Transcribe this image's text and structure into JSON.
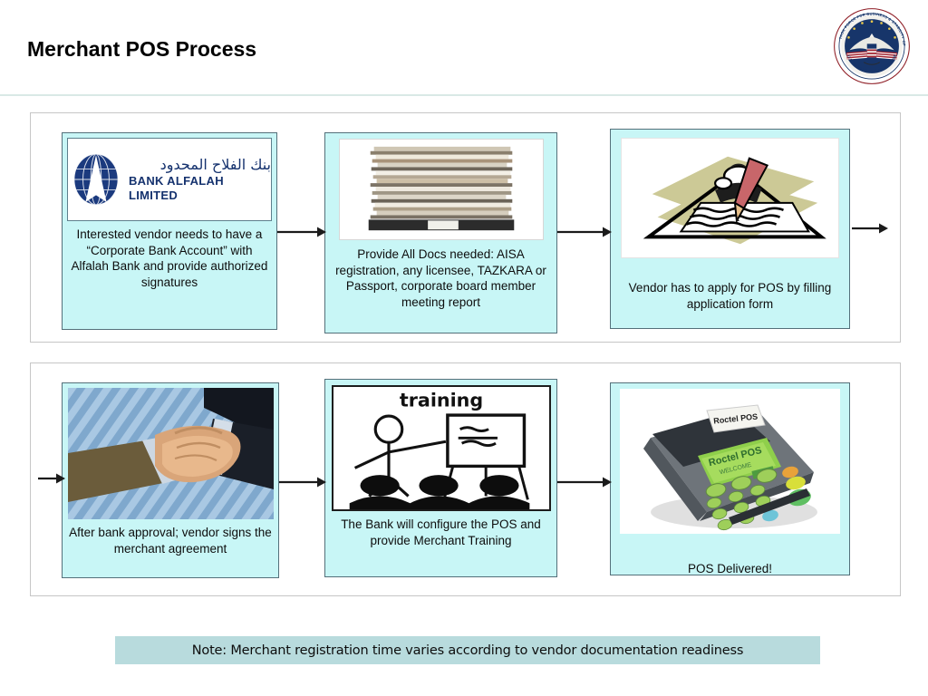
{
  "header": {
    "title": "Merchant POS Process",
    "seal": {
      "outer_text_top": "TASK FORCE FOR BUSINESS & STABILITY OPERATIONS",
      "outer_text_bottom": "U.S. DEPARTMENT OF DEFENSE",
      "icon": "dod-task-force-seal-icon"
    }
  },
  "flow": {
    "row1": {
      "steps": [
        {
          "id": "step-1",
          "image_icon": "bank-alfalah-logo",
          "image_alt": "Bank Alfalah Limited logo",
          "logo": {
            "arabic": "بنك الفلاح المحدود",
            "english": "BANK ALFALAH LIMITED"
          },
          "caption": "Interested vendor needs to have a “Corporate Bank Account” with Alfalah Bank and provide authorized signatures"
        },
        {
          "id": "step-2",
          "image_icon": "document-stack-photo",
          "image_alt": "Stack of paper documents",
          "caption": "Provide All Docs needed: AISA registration, any licensee, TAZKARA  or Passport, corporate board member meeting report"
        },
        {
          "id": "step-3",
          "image_icon": "application-form-clipart",
          "image_alt": "Person filling an application form with a pencil",
          "caption": "Vendor has to apply for POS by filling application form"
        }
      ]
    },
    "row2": {
      "steps": [
        {
          "id": "step-4",
          "image_icon": "handshake-photo",
          "image_alt": "Two people shaking hands",
          "caption": "After bank approval; vendor signs the merchant agreement"
        },
        {
          "id": "step-5",
          "image_icon": "training-clipart",
          "image_alt": "Training presenter at a flipchart with audience",
          "label": "training",
          "caption": "The Bank will configure the POS and provide Merchant Training"
        },
        {
          "id": "step-6",
          "image_icon": "pos-terminal-photo",
          "image_alt": "Point of sale card terminal device",
          "device_label": "Roctel POS",
          "screen_label": "Roctel POS",
          "caption": "POS Delivered!"
        }
      ]
    },
    "arrows": [
      {
        "id": "arrow-1",
        "name": "arrow-step1-to-step2",
        "direction": "right"
      },
      {
        "id": "arrow-2",
        "name": "arrow-step2-to-step3",
        "direction": "right"
      },
      {
        "id": "arrow-3",
        "name": "arrow-row1-exit",
        "direction": "right"
      },
      {
        "id": "arrow-4",
        "name": "arrow-row2-entry",
        "direction": "right"
      },
      {
        "id": "arrow-5",
        "name": "arrow-step4-to-step5",
        "direction": "right"
      },
      {
        "id": "arrow-6",
        "name": "arrow-step5-to-step6",
        "direction": "right"
      }
    ]
  },
  "note": {
    "text": "Note: Merchant registration time varies according to vendor documentation readiness"
  },
  "colors": {
    "box_fill": "#C8F6F6",
    "box_border": "#54707A",
    "container_border": "#C6C6C6",
    "note_fill": "#B8DBDD",
    "header_rule": "#D9E9E6",
    "bank_navy": "#15326E",
    "text": "#0D0D0D"
  }
}
